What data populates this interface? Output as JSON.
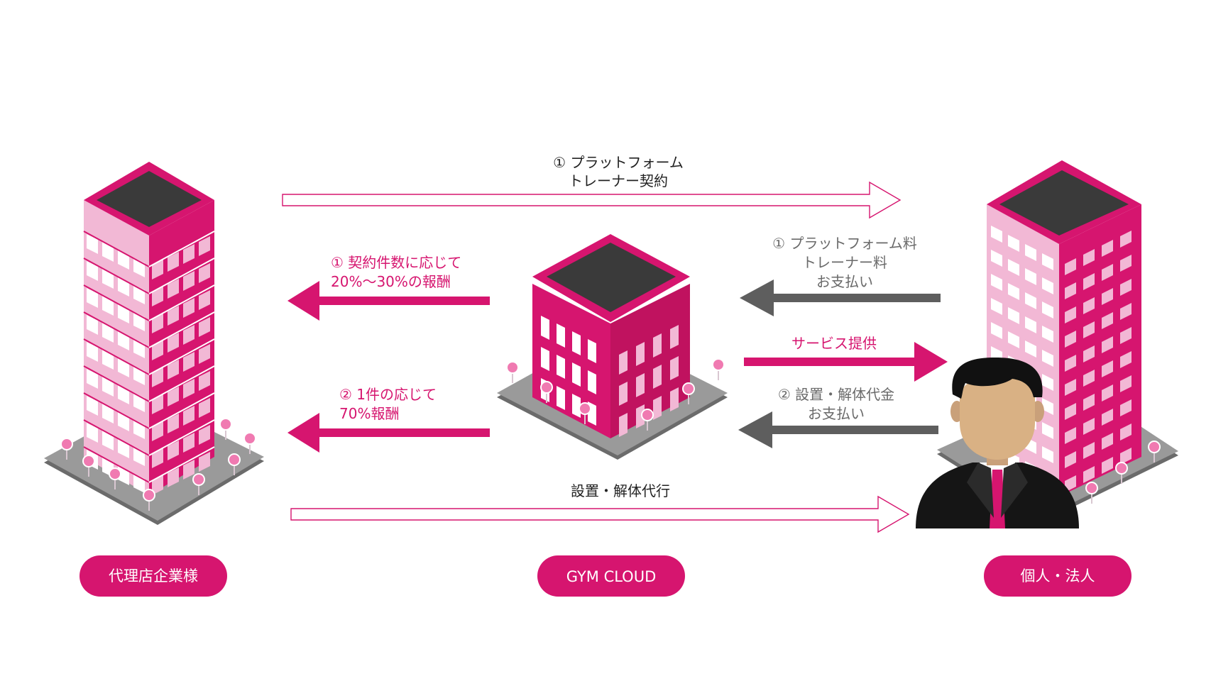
{
  "colors": {
    "primary": "#d6156f",
    "arrow_gray": "#5e5e5e",
    "roof": "#3a3a3a"
  },
  "nodes": [
    {
      "id": "agency",
      "label": "代理店企業様"
    },
    {
      "id": "gymcloud",
      "label": "GYM CLOUD"
    },
    {
      "id": "customer",
      "label": "個人・法人"
    }
  ],
  "flows": {
    "platform_contract": {
      "line1": "① プラットフォーム",
      "line2": "トレーナー契約"
    },
    "reward_contracts": {
      "line1": "① 契約件数に応じて",
      "line2": "20%〜30%の報酬"
    },
    "reward_per_case": {
      "line1": "② 1件の応じて",
      "line2": "70%報酬"
    },
    "platform_fee": {
      "line1": "① プラットフォーム料",
      "line2": "トレーナー料",
      "line3": "お支払い"
    },
    "service": {
      "line1": "サービス提供"
    },
    "install_fee": {
      "line1": "② 設置・解体代金",
      "line2": "お支払い"
    },
    "install_agency": {
      "line1": "設置・解体代行"
    }
  },
  "icons": {
    "left_building": "skyscraper-icon",
    "center_building": "office-building-icon",
    "right_building": "tower-building-icon",
    "person": "businessman-icon"
  }
}
